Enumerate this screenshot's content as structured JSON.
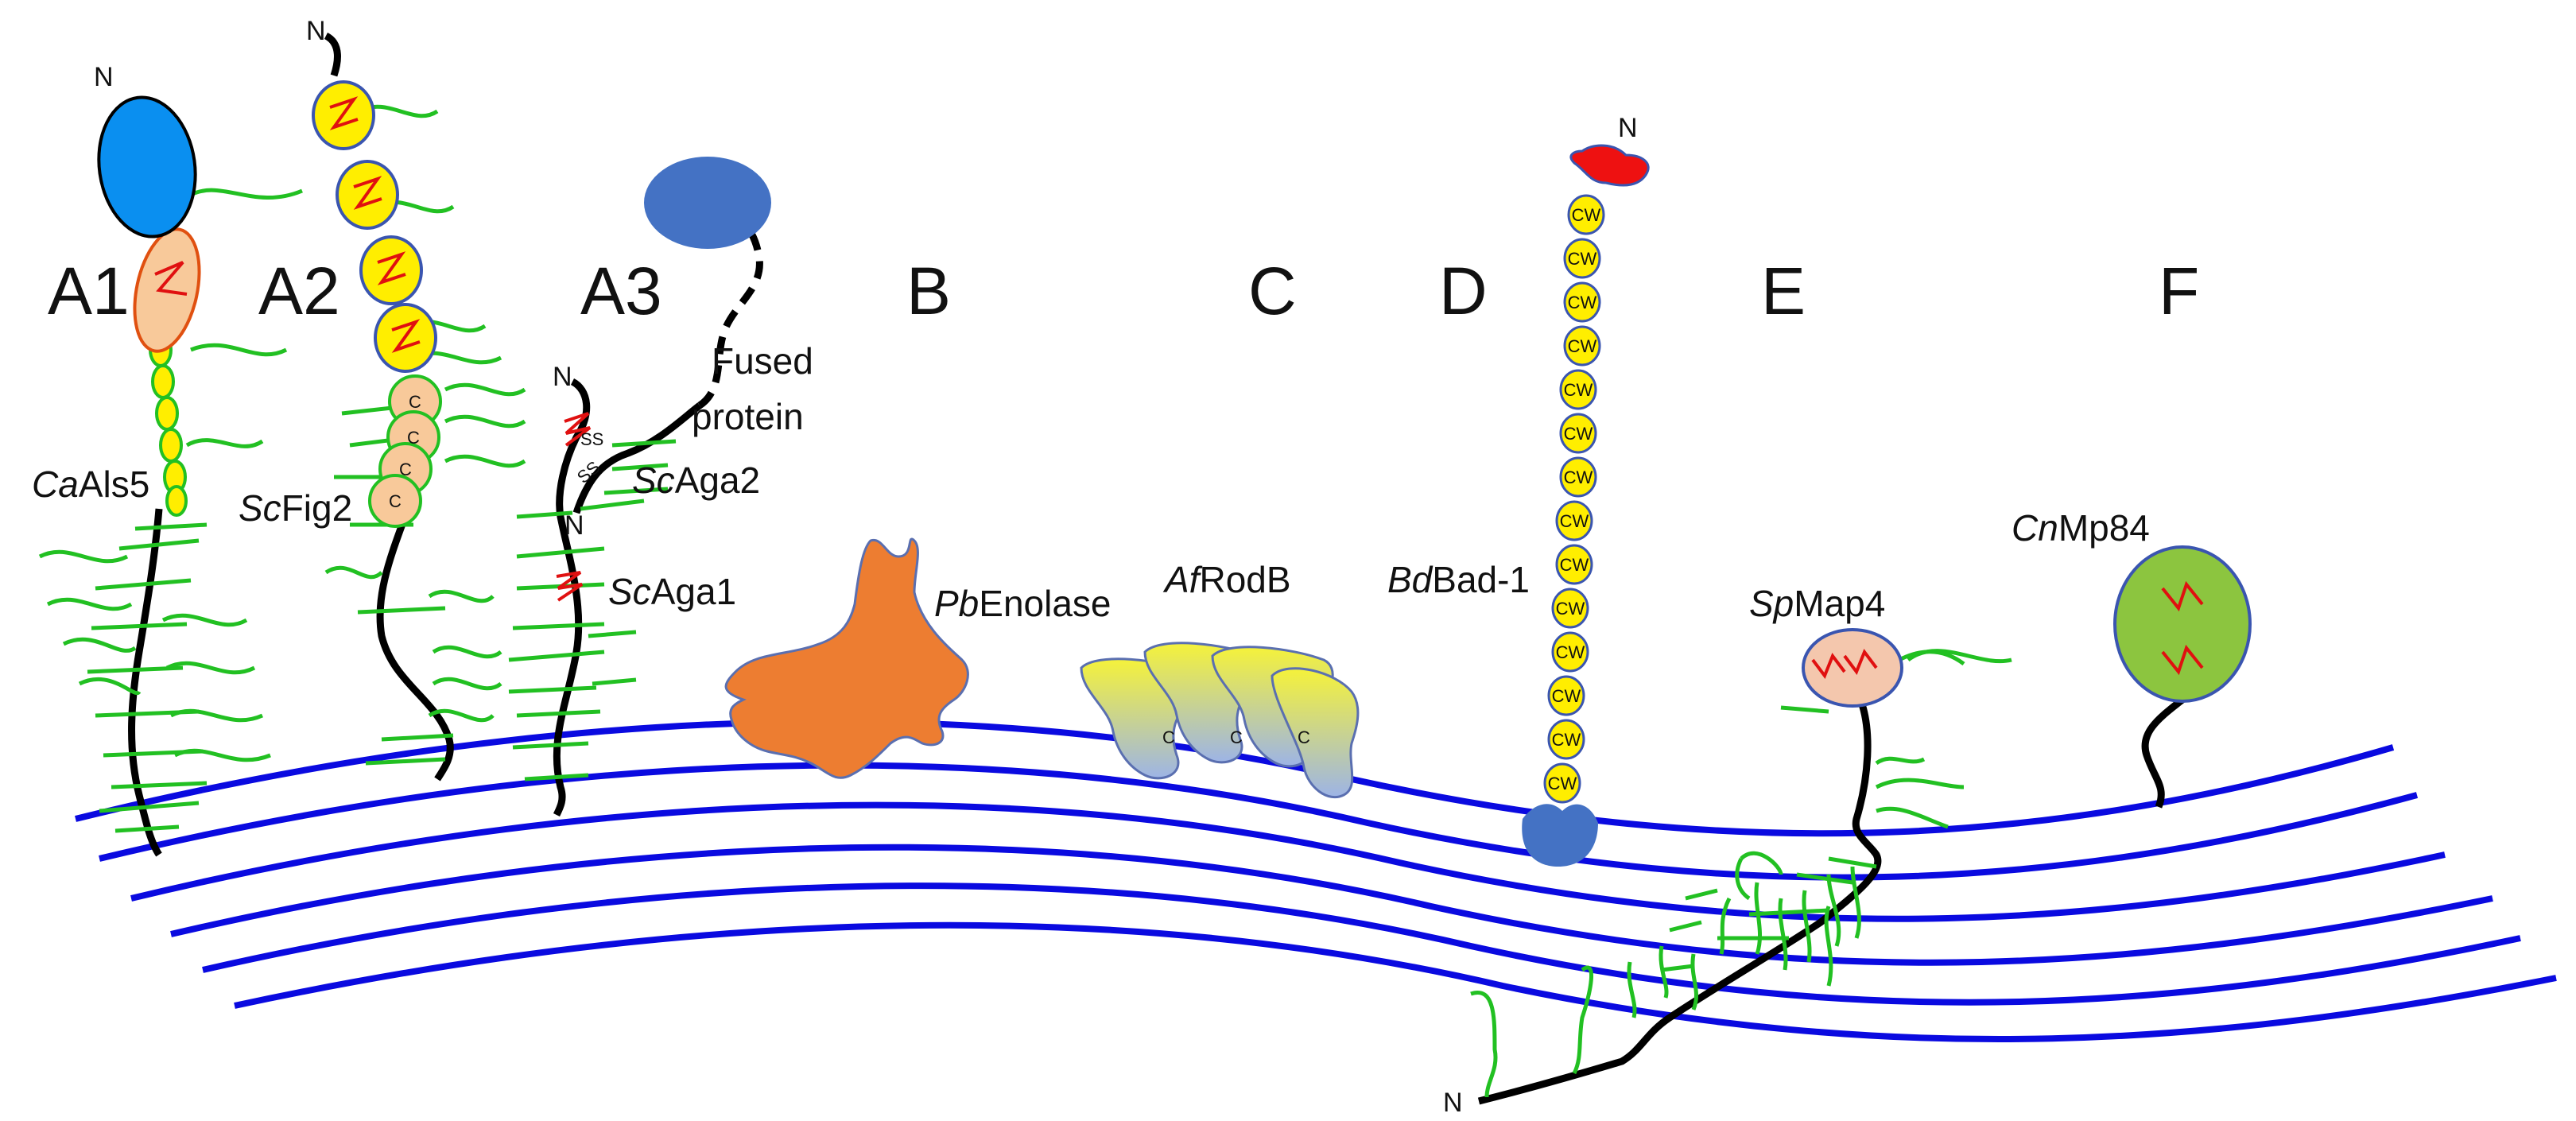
{
  "panels": {
    "A1": "A1",
    "A2": "A2",
    "A3": "A3",
    "B": "B",
    "C": "C",
    "D": "D",
    "E": "E",
    "F": "F"
  },
  "proteins": {
    "caals5": {
      "prefix": "Ca",
      "suffix": "Als5"
    },
    "scfig2": {
      "prefix": "Sc",
      "suffix": "Fig2"
    },
    "scaga2": {
      "prefix": "Sc",
      "suffix": "Aga2"
    },
    "scaga1": {
      "prefix": "Sc",
      "suffix": "Aga1"
    },
    "pbenolase": {
      "prefix": "Pb",
      "suffix": "Enolase"
    },
    "afrodb": {
      "prefix": "Af",
      "suffix": "RodB"
    },
    "bdbad1": {
      "prefix": "Bd",
      "suffix": "Bad-1"
    },
    "spmap4": {
      "prefix": "Sp",
      "suffix": "Map4"
    },
    "cnmp84": {
      "prefix": "Cn",
      "suffix": "Mp84"
    }
  },
  "fused": {
    "line1": "Fused",
    "line2": "protein"
  },
  "terminal": "N",
  "domain_c": "C",
  "domain_cw": "CW",
  "disulfide": "SS",
  "colors": {
    "cell_wall": "#0a0ae0",
    "glycan": "#22c022",
    "backbone": "#000000",
    "als5_head": "#0a8ff0",
    "aga2_head": "#4472c4",
    "yellow": "#ffee00",
    "peach": "#f8c99a",
    "enolase": "#ed7d31",
    "disulfide_zigzag": "#e01010",
    "bad1_head": "#ee1111",
    "map4_head": "#f4c7ad",
    "mp84_head": "#8cc53f"
  }
}
